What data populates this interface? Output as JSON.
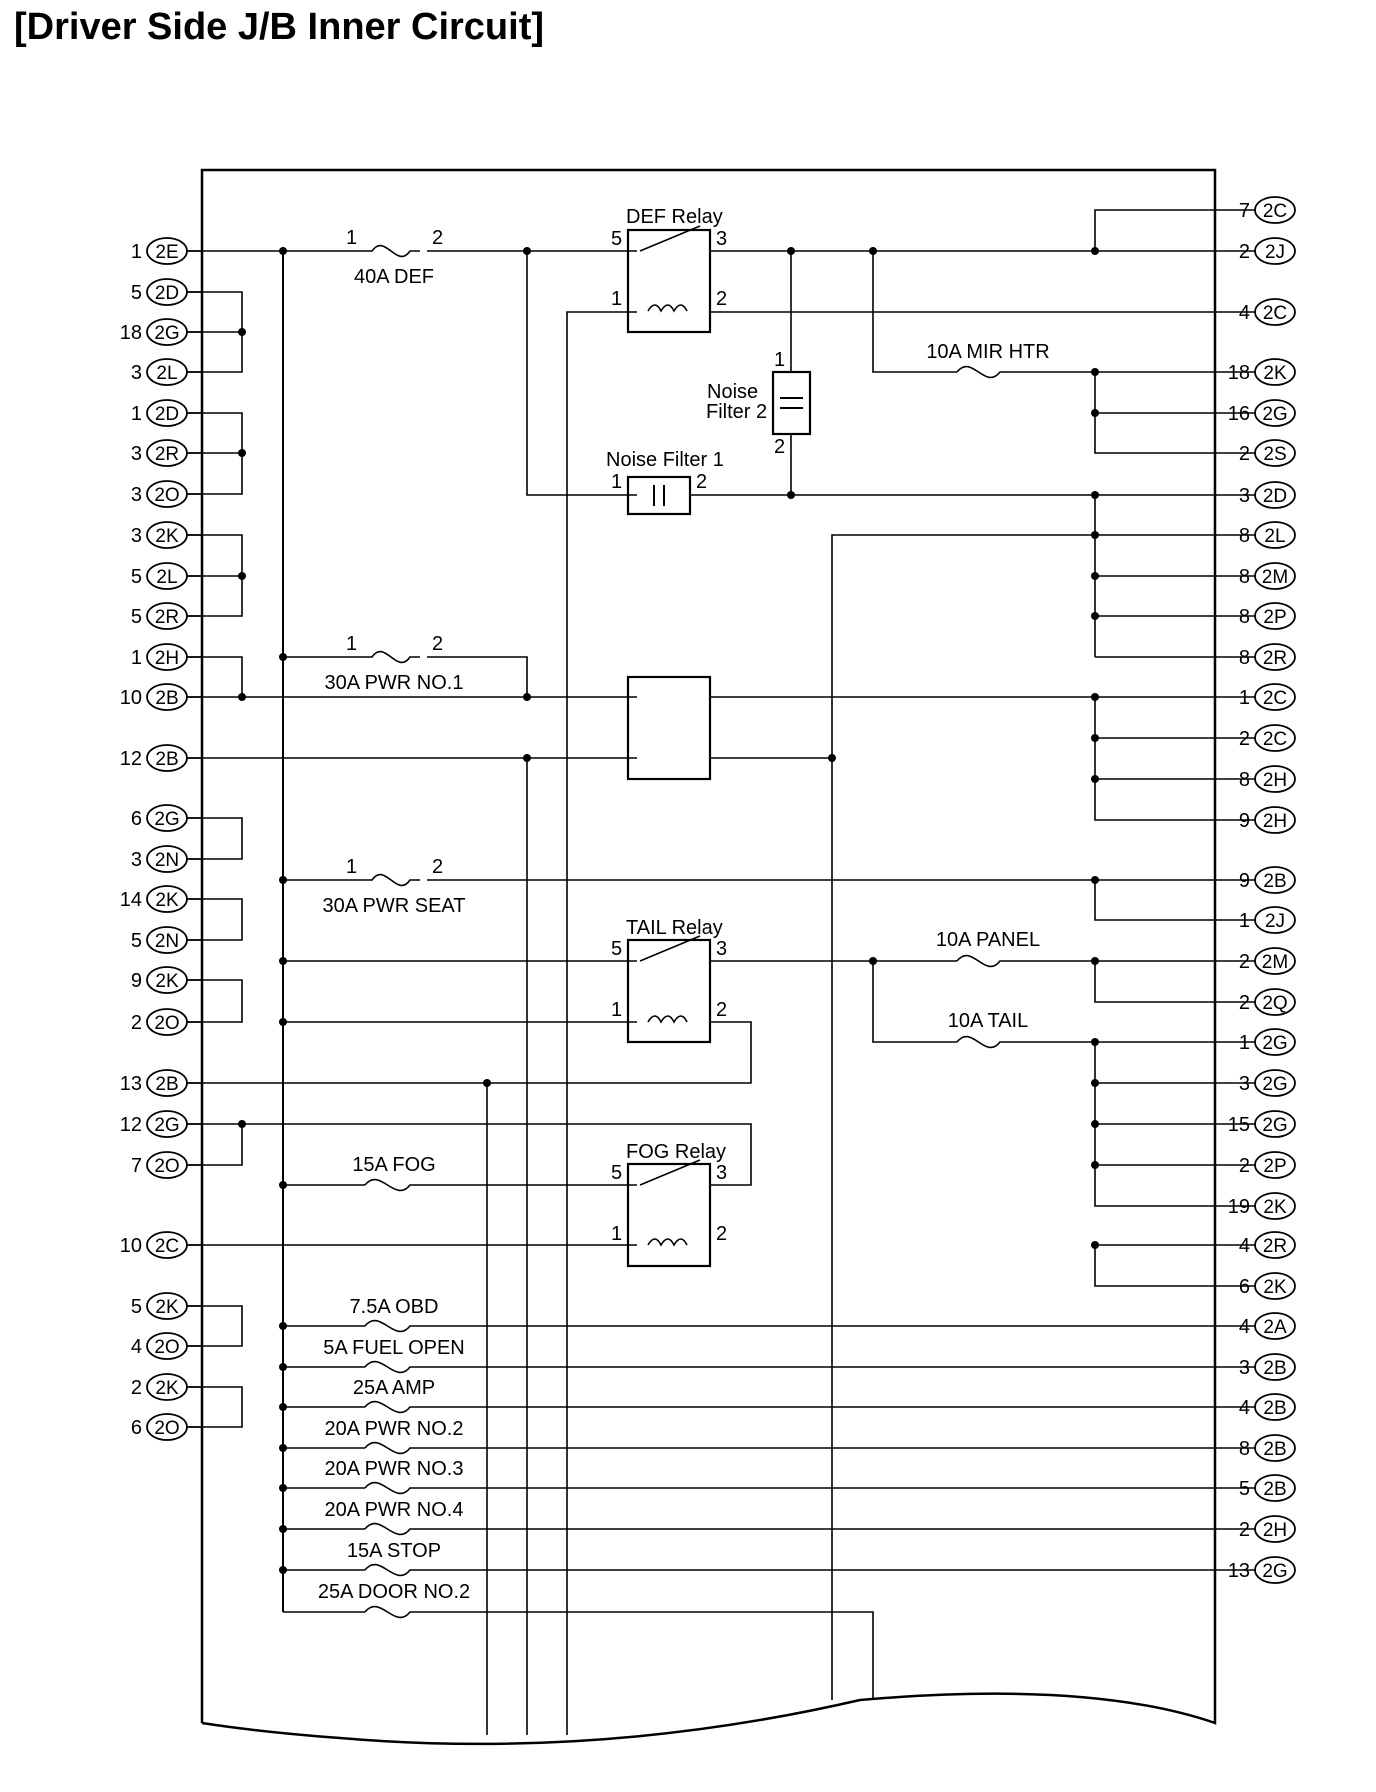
{
  "title": "[Driver Side J/B Inner Circuit]",
  "relays": {
    "def": {
      "name": "DEF Relay",
      "pins": [
        "5",
        "3",
        "1",
        "2"
      ]
    },
    "tail": {
      "name": "TAIL Relay",
      "pins": [
        "5",
        "3",
        "1",
        "2"
      ]
    },
    "fog": {
      "name": "FOG Relay",
      "pins": [
        "5",
        "3",
        "1",
        "2"
      ]
    }
  },
  "noise_filter_1": {
    "name": "Noise Filter 1",
    "pins": [
      "1",
      "2"
    ]
  },
  "noise_filter_2": {
    "line1": "Noise",
    "line2": "Filter 2",
    "pins": [
      "1",
      "2"
    ]
  },
  "fuse_pin_labels": [
    "1",
    "2"
  ],
  "fuses": [
    {
      "label": "40A DEF",
      "pins": true
    },
    {
      "label": "30A PWR NO.1",
      "pins": true
    },
    {
      "label": "30A PWR SEAT",
      "pins": true
    },
    {
      "label": "10A MIR HTR",
      "pins": false
    },
    {
      "label": "10A PANEL",
      "pins": false
    },
    {
      "label": "10A TAIL",
      "pins": false
    },
    {
      "label": "15A FOG",
      "pins": false
    },
    {
      "label": "7.5A OBD",
      "pins": false
    },
    {
      "label": "5A FUEL OPEN",
      "pins": false
    },
    {
      "label": "25A AMP",
      "pins": false
    },
    {
      "label": "20A PWR NO.2",
      "pins": false
    },
    {
      "label": "20A PWR NO.3",
      "pins": false
    },
    {
      "label": "20A PWR NO.4",
      "pins": false
    },
    {
      "label": "15A STOP",
      "pins": false
    },
    {
      "label": "25A DOOR NO.2",
      "pins": false
    }
  ],
  "left_connectors": [
    {
      "pin": "1",
      "conn": "2E"
    },
    {
      "pin": "5",
      "conn": "2D"
    },
    {
      "pin": "18",
      "conn": "2G"
    },
    {
      "pin": "3",
      "conn": "2L"
    },
    {
      "pin": "1",
      "conn": "2D"
    },
    {
      "pin": "3",
      "conn": "2R"
    },
    {
      "pin": "3",
      "conn": "2O"
    },
    {
      "pin": "3",
      "conn": "2K"
    },
    {
      "pin": "5",
      "conn": "2L"
    },
    {
      "pin": "5",
      "conn": "2R"
    },
    {
      "pin": "1",
      "conn": "2H"
    },
    {
      "pin": "10",
      "conn": "2B"
    },
    {
      "pin": "12",
      "conn": "2B"
    },
    {
      "pin": "6",
      "conn": "2G"
    },
    {
      "pin": "3",
      "conn": "2N"
    },
    {
      "pin": "14",
      "conn": "2K"
    },
    {
      "pin": "5",
      "conn": "2N"
    },
    {
      "pin": "9",
      "conn": "2K"
    },
    {
      "pin": "2",
      "conn": "2O"
    },
    {
      "pin": "13",
      "conn": "2B"
    },
    {
      "pin": "12",
      "conn": "2G"
    },
    {
      "pin": "7",
      "conn": "2O"
    },
    {
      "pin": "10",
      "conn": "2C"
    },
    {
      "pin": "5",
      "conn": "2K"
    },
    {
      "pin": "4",
      "conn": "2O"
    },
    {
      "pin": "2",
      "conn": "2K"
    },
    {
      "pin": "6",
      "conn": "2O"
    }
  ],
  "right_connectors": [
    {
      "pin": "7",
      "conn": "2C"
    },
    {
      "pin": "2",
      "conn": "2J"
    },
    {
      "pin": "4",
      "conn": "2C"
    },
    {
      "pin": "18",
      "conn": "2K"
    },
    {
      "pin": "16",
      "conn": "2G"
    },
    {
      "pin": "2",
      "conn": "2S"
    },
    {
      "pin": "3",
      "conn": "2D"
    },
    {
      "pin": "8",
      "conn": "2L"
    },
    {
      "pin": "8",
      "conn": "2M"
    },
    {
      "pin": "8",
      "conn": "2P"
    },
    {
      "pin": "8",
      "conn": "2R"
    },
    {
      "pin": "1",
      "conn": "2C"
    },
    {
      "pin": "2",
      "conn": "2C"
    },
    {
      "pin": "8",
      "conn": "2H"
    },
    {
      "pin": "9",
      "conn": "2H"
    },
    {
      "pin": "9",
      "conn": "2B"
    },
    {
      "pin": "1",
      "conn": "2J"
    },
    {
      "pin": "2",
      "conn": "2M"
    },
    {
      "pin": "2",
      "conn": "2Q"
    },
    {
      "pin": "1",
      "conn": "2G"
    },
    {
      "pin": "3",
      "conn": "2G"
    },
    {
      "pin": "15",
      "conn": "2G"
    },
    {
      "pin": "2",
      "conn": "2P"
    },
    {
      "pin": "19",
      "conn": "2K"
    },
    {
      "pin": "4",
      "conn": "2R"
    },
    {
      "pin": "6",
      "conn": "2K"
    },
    {
      "pin": "4",
      "conn": "2A"
    },
    {
      "pin": "3",
      "conn": "2B"
    },
    {
      "pin": "4",
      "conn": "2B"
    },
    {
      "pin": "8",
      "conn": "2B"
    },
    {
      "pin": "5",
      "conn": "2B"
    },
    {
      "pin": "2",
      "conn": "2H"
    },
    {
      "pin": "13",
      "conn": "2G"
    }
  ]
}
